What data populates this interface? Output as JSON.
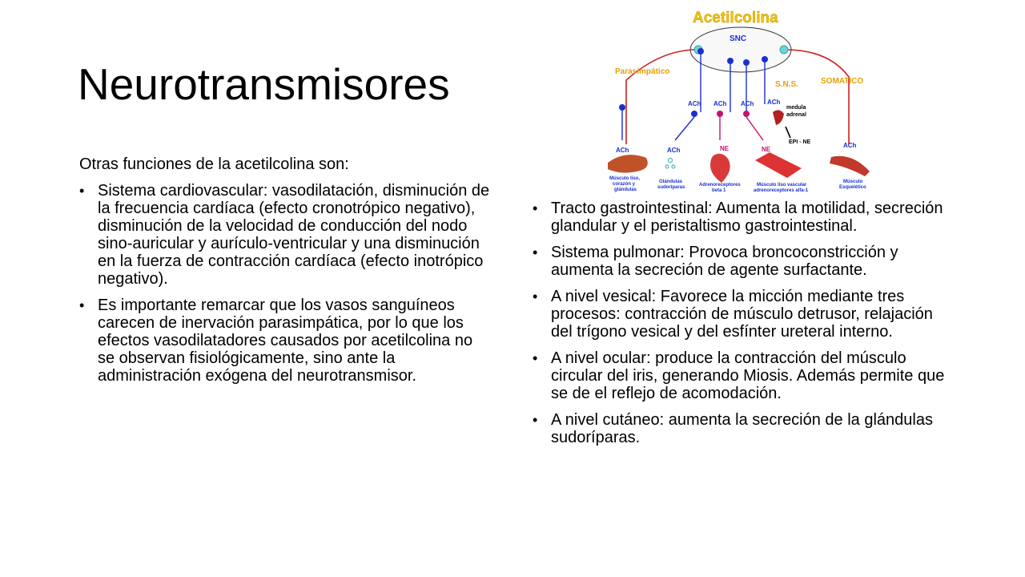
{
  "slide": {
    "title": "Neurotransmisores",
    "intro": "Otras funciones de la acetilcolina son:",
    "left_bullets": [
      "Sistema cardiovascular: vasodilatación, disminución de la frecuencia cardíaca (efecto cronotrópico negativo), disminución de la velocidad de conducción del nodo sino-auricular y aurículo-ventricular y una disminución en la fuerza de contracción cardíaca (efecto inotrópico negativo).",
      "Es importante remarcar que los vasos sanguíneos carecen de inervación parasimpática, por lo que los efectos vasodilatadores causados por acetilcolina no se observan fisiológicamente, sino ante la administración exógena del neurotransmisor."
    ],
    "right_bullets": [
      "Tracto gastrointestinal: Aumenta la motilidad, secreción glandular y el peristaltismo gastrointestinal.",
      "Sistema pulmonar: Provoca broncoconstricción y aumenta la secreción de agente surfactante.",
      "A nivel vesical: Favorece la micción mediante tres procesos: contracción de músculo detrusor, relajación del trígono vesical y del esfínter ureteral interno.",
      "A nivel ocular: produce la contracción del músculo circular del iris, generando Miosis. Además permite que se de el reflejo de acomodación.",
      "A nivel cutáneo: aumenta la secreción de la glándulas sudoríparas."
    ]
  },
  "diagram": {
    "title": "Acetilcolina",
    "snc": "SNC",
    "parasimpatico": "Parasimpático",
    "sns": "S.N.S.",
    "somatico": "SOMATICO",
    "ach": "ACh",
    "ne": "NE",
    "medula_line1": "medula",
    "medula_line2": "adrenal",
    "epi_ne": "EPI - NE",
    "target_smooth_1": "Músculo liso,",
    "target_smooth_2": "corazón y",
    "target_smooth_3": "glándulas",
    "target_glands_1": "Glándulas",
    "target_glands_2": "sudoríparas",
    "target_heart_1": "Adrenoreceptores",
    "target_heart_2": "beta 1",
    "target_vascular_1": "Músculo liso vascular",
    "target_vascular_2": "adrenoreceptores alfa-1",
    "target_skeletal_1": "Músculo",
    "target_skeletal_2": "Esquelético",
    "colors": {
      "title": "#f5c400",
      "nerve": "#cc2222",
      "neuron_blue": "#1a2fd1",
      "neuron_magenta": "#c2126e",
      "label_orange": "#e8a000",
      "teal": "#2aa6a8",
      "muscle": "#c0522a"
    }
  }
}
